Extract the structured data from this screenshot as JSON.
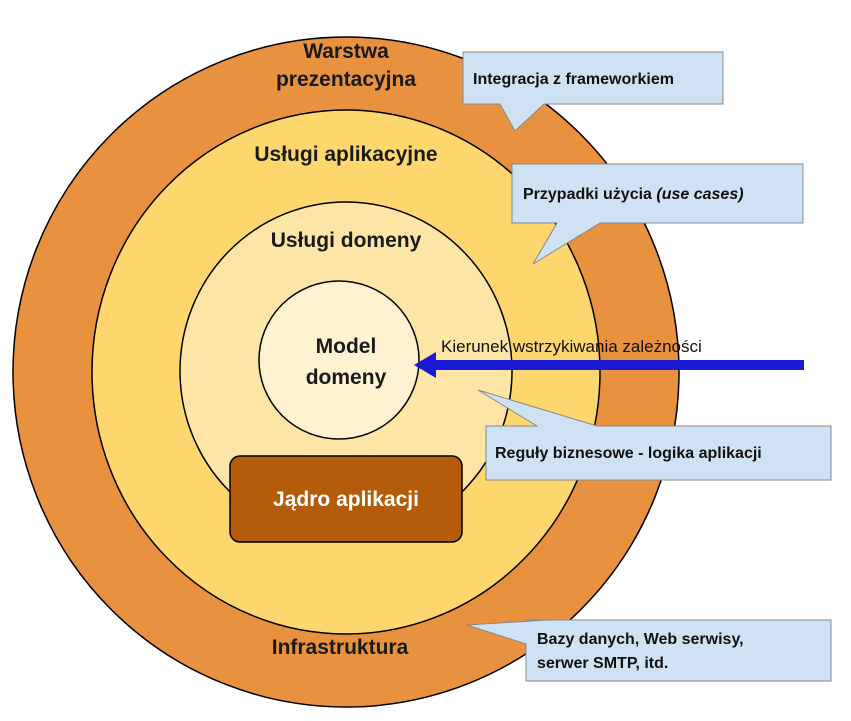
{
  "colors": {
    "outer_ring": "#e8913e",
    "middle_ring": "#fdd76e",
    "inner_ring": "#fde5a6",
    "center": "#fef2d0",
    "core_box": "#b45c0a",
    "callout": "#cfe2f3",
    "arrow": "#1a1ad4"
  },
  "rings": {
    "outer_label_line1": "Warstwa",
    "outer_label_line2": "prezentacyjna",
    "middle_label": "Usługi aplikacyjne",
    "inner_label": "Usługi domeny",
    "center_label_line1": "Model",
    "center_label_line2": "domeny",
    "bottom_label": "Infrastruktura"
  },
  "core_box": {
    "label": "Jądro aplikacji"
  },
  "callouts": {
    "framework": "Integracja z frameworkiem",
    "use_cases_prefix": "Przypadki użycia ",
    "use_cases_italic": "(use cases)",
    "business_rules": "Reguły biznesowe - logika aplikacji",
    "infrastructure_line1": "Bazy danych, Web serwisy,",
    "infrastructure_line2": "serwer SMTP, itd."
  },
  "arrow": {
    "label": "Kierunek wstrzykiwania zależności",
    "icon": "arrow-left-icon"
  }
}
